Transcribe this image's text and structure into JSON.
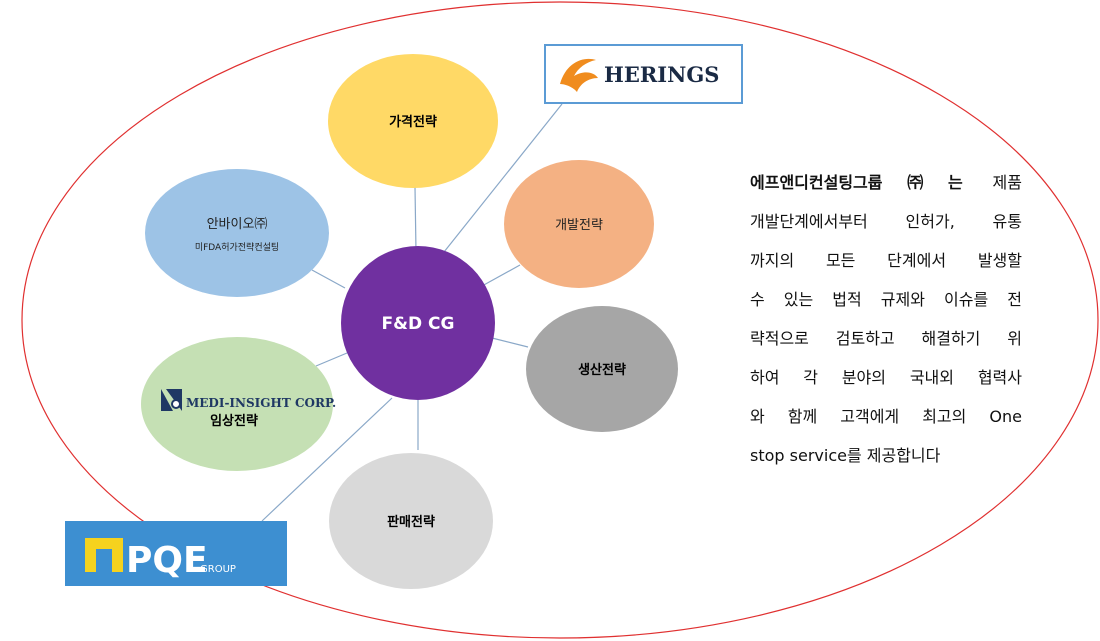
{
  "center_node": {
    "label": "F&D CG"
  },
  "nodes": {
    "pricing": {
      "label": "가격전략"
    },
    "development": {
      "label": "개발전략"
    },
    "production": {
      "label": "생산전략"
    },
    "sales": {
      "label": "판매전략"
    },
    "clinical": {
      "label": "임상전략",
      "logo_text": "MEDI-INSIGHT CORP."
    },
    "anbaio": {
      "label": "안바이오㈜",
      "sublabel": "미FDA허가전략컨설팅"
    }
  },
  "partners": {
    "herings": {
      "name": "HERINGS"
    },
    "pqe": {
      "name": "PQE",
      "suffix": "GROUP"
    }
  },
  "description": {
    "company": "에프앤디컨설팅그룹㈜는",
    "lines": [
      "제품",
      "개발단계에서부터 인허가, 유통",
      "까지의 모든 단계에서 발생할",
      "수 있는 법적 규제와 이슈를 전",
      "략적으로 검토하고 해결하기 위",
      "하여 각 분야의 국내외 협력사",
      "와 함께 고객에게 최고의 One",
      "stop service를 제공합니다"
    ]
  },
  "colors": {
    "outer_ellipse": "#e03030",
    "connector": "#8aa8c8",
    "center": "#7030a0",
    "pricing": "#ffd966",
    "development": "#f4b183",
    "production": "#a6a6a6",
    "sales": "#d9d9d9",
    "clinical": "#c5e0b4",
    "anbaio": "#9dc3e6",
    "herings_border": "#5b9bd5",
    "herings_icon": "#f08c1e",
    "pqe_bg": "#3d8fd1",
    "pqe_mark": "#f5d21e",
    "medi_dark": "#1f3864",
    "medi_orange": "#c55a11"
  }
}
